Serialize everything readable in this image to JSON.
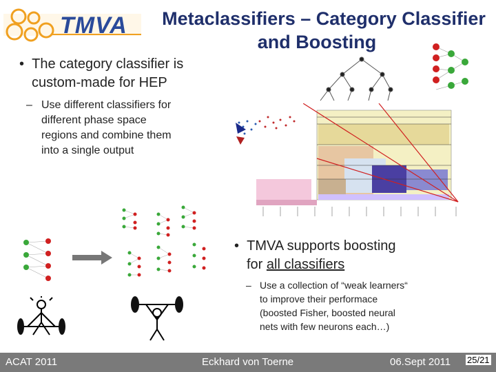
{
  "header": {
    "logo_text": "TMVA",
    "title_line1": "Metaclassifiers – Category Classifier",
    "title_line2": "and Boosting"
  },
  "content": {
    "bullet1_line1": "The category classifier is",
    "bullet1_line2": "custom-made for HEP",
    "sub1_line1": "Use different classifiers for",
    "sub1_line2": "different phase space",
    "sub1_line3": "regions and combine them",
    "sub1_line4": "into a single output",
    "bullet2_line1": "TMVA supports boosting",
    "bullet2_line2_prefix": "for ",
    "bullet2_line2_underlined": "all classifiers",
    "sub2_line1": "Use a collection of “weak learners“",
    "sub2_line2": "to improve their performace",
    "sub2_line3": "(boosted Fisher, boosted neural",
    "sub2_line4": "nets with few neurons each…)"
  },
  "footer": {
    "conference": "ACAT 2011",
    "author": "Eckhard von Toerne",
    "date": "06.Sept 2011",
    "page": "25/21"
  },
  "colors": {
    "title": "#1f2f6b",
    "logo_orange": "#f0a020",
    "logo_red": "#d23018",
    "logo_blue": "#2a4a9a",
    "footer_bg": "#7a7a7a",
    "node_green": "#3aa83a",
    "node_red": "#d02020"
  }
}
